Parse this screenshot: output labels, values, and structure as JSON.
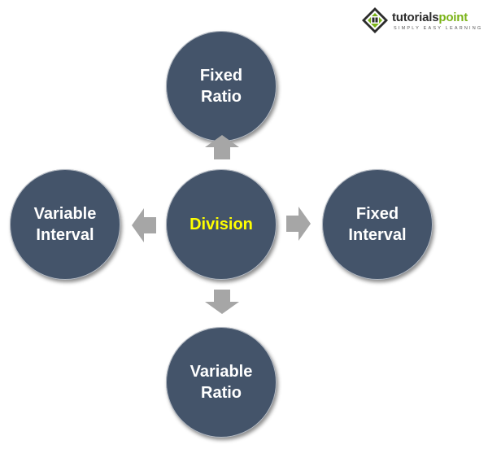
{
  "logo": {
    "brand_main": "tutorials",
    "brand_accent": "point",
    "tagline": "SIMPLY EASY LEARNING",
    "colors": {
      "accent": "#7ab317",
      "dark": "#2c2c2c"
    }
  },
  "diagram": {
    "center": {
      "label": "Division",
      "color": "#ffff00"
    },
    "top": {
      "label": "Fixed\nRatio"
    },
    "right": {
      "label": "Fixed\nInterval"
    },
    "bottom": {
      "label": "Variable\nRatio"
    },
    "left": {
      "label": "Variable\nInterval"
    },
    "colors": {
      "node_fill": "#44546a",
      "node_text": "#ffffff",
      "arrow_fill": "#a6a6a6"
    }
  }
}
